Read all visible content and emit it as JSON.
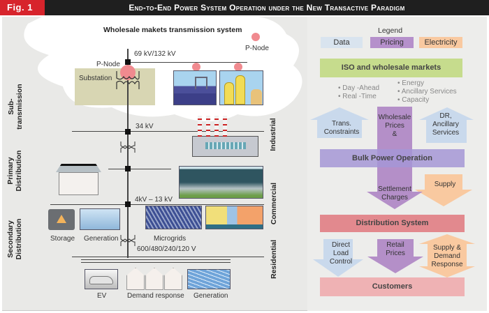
{
  "header": {
    "fig_label": "Fig. 1",
    "title": "End-to-End Power System Operation under the New Transactive Paradigm"
  },
  "left": {
    "cloud_title": "Wholesale makets transmission system",
    "pnode_label_left": "P-Node",
    "pnode_label_right": "P-Node",
    "voltage_top": "69 kV/132 kV",
    "substation": "Substation",
    "voltage_34": "34 kV",
    "voltage_4_13": "4kV – 13 kV",
    "voltage_low": "600/480/240/120 V",
    "side_labels": {
      "sub_transmission": "Sub-\ntransmission",
      "primary_distribution": "Primary\nDistribution",
      "secondary_distribution": "Secondary\nDistribution"
    },
    "sector_labels": {
      "industrial": "Industrial",
      "commercial": "Commercial",
      "residential": "Residential"
    },
    "item_labels": {
      "storage": "Storage",
      "generation_wind": "Generation",
      "microgrids": "Microgrids",
      "ev": "EV",
      "demand_response": "Demand response",
      "generation_solar": "Generation"
    },
    "icons": {
      "power_plant": "power-plant-icon",
      "refinery": "refinery-icon",
      "factory": "factory-icon",
      "office_building": "office-building-icon",
      "greenhouse": "greenhouse-icon",
      "battery": "battery-icon",
      "wind_farm": "wind-farm-icon",
      "solar_farm": "solar-farm-icon",
      "shops": "shops-icon",
      "ev_car": "ev-car-icon",
      "houses": "houses-icon",
      "rooftop_solar": "rooftop-solar-icon",
      "transformer": "transformer-icon"
    }
  },
  "right": {
    "legend_title": "Legend",
    "legend": [
      {
        "label": "Data",
        "color": "#d6e2f0"
      },
      {
        "label": "Pricing",
        "color": "#b48fc8"
      },
      {
        "label": "Electricity",
        "color": "#f9c9a0"
      }
    ],
    "iso_bar": {
      "label": "ISO and wholesale markets",
      "color": "#c5dc8c"
    },
    "bullets_left": [
      "Day -Ahead",
      "Real -Time"
    ],
    "bullets_right": [
      "Energy",
      "Ancillary Services",
      "Capacity"
    ],
    "arrow_trans": "Trans.\nConstraints",
    "arrow_wholesale": "Wholesale\nPrices\n&",
    "arrow_dr": "DR,\nAncillary\nServices",
    "bulk_bar": {
      "label": "Bulk Power Operation",
      "color": "#a99bd6"
    },
    "arrow_settlement": "Settlement\nCharges",
    "arrow_supply": "Supply",
    "dist_bar": {
      "label": "Distribution System",
      "color": "#e08d92"
    },
    "arrow_direct": "Direct\nLoad\nControl",
    "arrow_retail": "Retail\nPrices",
    "arrow_supply_demand": "Supply &\nDemand\nResponse",
    "customers_bar": {
      "label": "Customers",
      "color": "#eeb3b5"
    }
  }
}
